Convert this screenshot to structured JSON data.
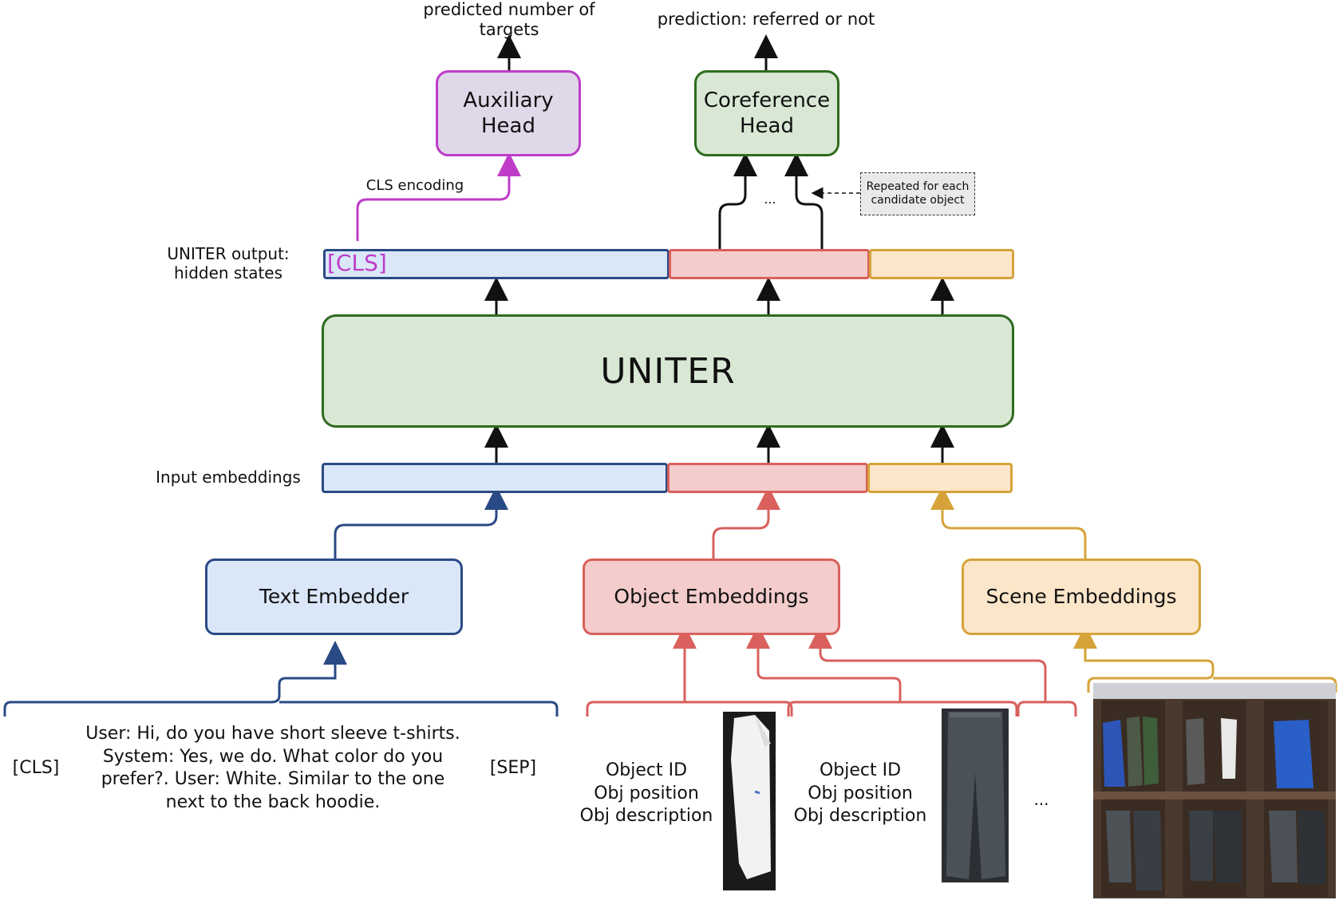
{
  "labels": {
    "predicted_targets": "predicted number of targets",
    "prediction_referred": "prediction: referred or not",
    "cls_encoding": "CLS encoding",
    "repeated_note": "Repeated for each candidate object",
    "ellipsis_heads": "...",
    "uniter_output": "UNITER output: hidden states",
    "input_embeddings": "Input embeddings",
    "cls_token_out": "[CLS]",
    "cls_token_in": "[CLS]",
    "sep_token": "[SEP]",
    "dialogue_text": "User: Hi, do you have short sleeve t-shirts. System: Yes, we do. What color do you prefer?. User: White. Similar to the one next to the back hoodie.",
    "object_1": "Object ID\nObj position\nObj description",
    "object_2": "Object ID\nObj position\nObj description",
    "ellipsis_objects": "..."
  },
  "boxes": {
    "auxiliary_head": "Auxiliary Head",
    "coreference_head": "Coreference Head",
    "uniter": "UNITER",
    "text_embedder": "Text Embedder",
    "object_embeddings": "Object Embeddings",
    "scene_embeddings": "Scene Embeddings"
  },
  "colors": {
    "blue_stroke": "#2a4a85",
    "blue_fill": "#dae7f9",
    "red_stroke": "#d9605c",
    "red_fill": "#f3cccb",
    "orange_stroke": "#d6a33a",
    "orange_fill": "#fce6c9",
    "green_stroke": "#2f6b1f",
    "green_fill": "#d8e8d4",
    "purple_stroke": "#be3cc8",
    "purple_fill": "#e0d7e9"
  },
  "icons": [
    "white-tshirt-image",
    "grey-pants-image",
    "wardrobe-scene-image"
  ]
}
